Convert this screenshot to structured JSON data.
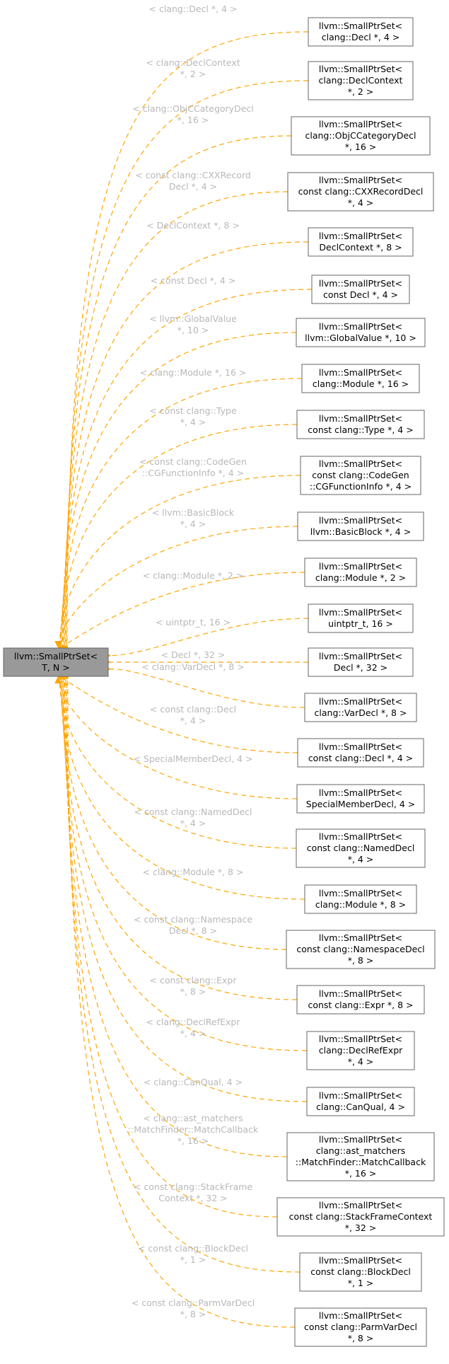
{
  "colors": {
    "edge": "#ffa500",
    "edge_label": "#b8b8b8",
    "root_fill": "#999999",
    "node_border": "#666666"
  },
  "root": {
    "lines": [
      "llvm::SmallPtrSet<",
      "T, N >"
    ]
  },
  "children": [
    {
      "name": "clang-decl-4",
      "lines": [
        "llvm::SmallPtrSet<",
        "clang::Decl *, 4 >"
      ],
      "label": [
        "< clang::Decl *, 4 >"
      ]
    },
    {
      "name": "clang-declcontext-2",
      "lines": [
        "llvm::SmallPtrSet<",
        "clang::DeclContext",
        "*, 2 >"
      ],
      "label": [
        "< clang::DeclContext",
        "*, 2 >"
      ]
    },
    {
      "name": "clang-objccategorydecl-16",
      "lines": [
        "llvm::SmallPtrSet<",
        "clang::ObjCCategoryDecl",
        "*, 16 >"
      ],
      "label": [
        "< clang::ObjCCategoryDecl",
        "*, 16 >"
      ]
    },
    {
      "name": "const-clang-cxxrecorddecl-4",
      "lines": [
        "llvm::SmallPtrSet<",
        "const clang::CXXRecordDecl",
        "*, 4 >"
      ],
      "label": [
        "< const clang::CXXRecord",
        "Decl *, 4 >"
      ]
    },
    {
      "name": "declcontext-8",
      "lines": [
        "llvm::SmallPtrSet<",
        "DeclContext *, 8 >"
      ],
      "label": [
        "< DeclContext *, 8 >"
      ]
    },
    {
      "name": "const-decl-4",
      "lines": [
        "llvm::SmallPtrSet<",
        "const Decl *, 4 >"
      ],
      "label": [
        "< const Decl *, 4 >"
      ]
    },
    {
      "name": "llvm-globalvalue-10",
      "lines": [
        "llvm::SmallPtrSet<",
        "llvm::GlobalValue *, 10 >"
      ],
      "label": [
        "< llvm::GlobalValue",
        "*, 10 >"
      ]
    },
    {
      "name": "clang-module-16",
      "lines": [
        "llvm::SmallPtrSet<",
        "clang::Module *, 16 >"
      ],
      "label": [
        "< clang::Module *, 16 >"
      ]
    },
    {
      "name": "const-clang-type-4",
      "lines": [
        "llvm::SmallPtrSet<",
        "const clang::Type *, 4 >"
      ],
      "label": [
        "< const clang::Type",
        "*, 4 >"
      ]
    },
    {
      "name": "const-clang-codegen-cgfunctioninfo-4",
      "lines": [
        "llvm::SmallPtrSet<",
        "const clang::CodeGen",
        "::CGFunctionInfo *, 4 >"
      ],
      "label": [
        "< const clang::CodeGen",
        "::CGFunctionInfo *, 4 >"
      ]
    },
    {
      "name": "llvm-basicblock-4",
      "lines": [
        "llvm::SmallPtrSet<",
        "llvm::BasicBlock *, 4 >"
      ],
      "label": [
        "< llvm::BasicBlock",
        "*, 4 >"
      ]
    },
    {
      "name": "clang-module-2",
      "lines": [
        "llvm::SmallPtrSet<",
        "clang::Module *, 2 >"
      ],
      "label": [
        "< clang::Module *, 2 >"
      ]
    },
    {
      "name": "uintptr-t-16",
      "lines": [
        "llvm::SmallPtrSet<",
        "uintptr_t, 16 >"
      ],
      "label": [
        "< uintptr_t, 16 >"
      ]
    },
    {
      "name": "decl-32",
      "lines": [
        "llvm::SmallPtrSet<",
        "Decl *, 32 >"
      ],
      "label": [
        "< Decl *, 32 >"
      ]
    },
    {
      "name": "clang-vardecl-8",
      "lines": [
        "llvm::SmallPtrSet<",
        "clang::VarDecl *, 8 >"
      ],
      "label": [
        "< clang::VarDecl *, 8 >"
      ]
    },
    {
      "name": "const-clang-decl-4",
      "lines": [
        "llvm::SmallPtrSet<",
        "const clang::Decl *, 4 >"
      ],
      "label": [
        "< const clang::Decl",
        "*, 4 >"
      ]
    },
    {
      "name": "specialmemberdecl-4",
      "lines": [
        "llvm::SmallPtrSet<",
        "SpecialMemberDecl, 4 >"
      ],
      "label": [
        "< SpecialMemberDecl, 4 >"
      ]
    },
    {
      "name": "const-clang-nameddecl-4",
      "lines": [
        "llvm::SmallPtrSet<",
        "const clang::NamedDecl",
        "*, 4 >"
      ],
      "label": [
        "< const clang::NamedDecl",
        "*, 4 >"
      ]
    },
    {
      "name": "clang-module-8",
      "lines": [
        "llvm::SmallPtrSet<",
        "clang::Module *, 8 >"
      ],
      "label": [
        "< clang::Module *, 8 >"
      ]
    },
    {
      "name": "const-clang-namespacedecl-8",
      "lines": [
        "llvm::SmallPtrSet<",
        "const clang::NamespaceDecl",
        "*, 8 >"
      ],
      "label": [
        "< const clang::Namespace",
        "Decl *, 8 >"
      ]
    },
    {
      "name": "const-clang-expr-8",
      "lines": [
        "llvm::SmallPtrSet<",
        "const clang::Expr *, 8 >"
      ],
      "label": [
        "< const clang::Expr",
        "*, 8 >"
      ]
    },
    {
      "name": "clang-declrefexpr-4",
      "lines": [
        "llvm::SmallPtrSet<",
        "clang::DeclRefExpr",
        "*, 4 >"
      ],
      "label": [
        "< clang::DeclRefExpr",
        "*, 4 >"
      ]
    },
    {
      "name": "clang-canqual-4",
      "lines": [
        "llvm::SmallPtrSet<",
        "clang::CanQual, 4 >"
      ],
      "label": [
        "< clang::CanQual, 4 >"
      ]
    },
    {
      "name": "clang-ast-matchers-matchfinder-matchcallback-16",
      "lines": [
        "llvm::SmallPtrSet<",
        "clang::ast_matchers",
        "::MatchFinder::MatchCallback",
        "*, 16 >"
      ],
      "label": [
        "< clang::ast_matchers",
        "::MatchFinder::MatchCallback",
        "*, 16 >"
      ]
    },
    {
      "name": "const-clang-stackframecontext-32",
      "lines": [
        "llvm::SmallPtrSet<",
        "const clang::StackFrameContext",
        "*, 32 >"
      ],
      "label": [
        "< const clang::StackFrame",
        "Context *, 32 >"
      ]
    },
    {
      "name": "const-clang-blockdecl-1",
      "lines": [
        "llvm::SmallPtrSet<",
        "const clang::BlockDecl",
        "*, 1 >"
      ],
      "label": [
        "< const clang::BlockDecl",
        "*, 1 >"
      ]
    },
    {
      "name": "const-clang-parmvardecl-8",
      "lines": [
        "llvm::SmallPtrSet<",
        "const clang::ParmVarDecl",
        "*, 8 >"
      ],
      "label": [
        "< const clang::ParmVarDecl",
        "*, 8 >"
      ]
    }
  ]
}
